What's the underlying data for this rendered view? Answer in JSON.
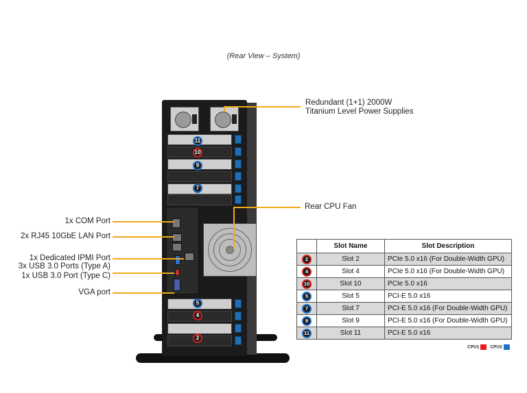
{
  "caption": "(Rear View – System)",
  "callouts": {
    "psu_line1": "Redundant (1+1) 2000W",
    "psu_line2": "Titanium Level Power Supplies",
    "rear_fan": "Rear CPU Fan",
    "com": "1x COM Port",
    "lan": "2x RJ45 10GbE LAN Port",
    "ipmi": "1x Dedicated IPMI Port",
    "usb_a": "3x USB 3.0 Ports (Type A)",
    "usb_c": "1x USB 3.0 Port (Type C)",
    "vga": "VGA port"
  },
  "chassis_badges": {
    "b11": "11",
    "b10": "10",
    "b9": "9",
    "b7": "7",
    "b5": "5",
    "b4": "4",
    "b2": "2"
  },
  "table": {
    "headers": {
      "name": "Slot Name",
      "desc": "Slot Description"
    },
    "rows": [
      {
        "num": "2",
        "name": "Slot 2",
        "desc": "PCIe 5.0 x16 (For Double-Width GPU)",
        "cpu": "cpu1"
      },
      {
        "num": "4",
        "name": "Slot 4",
        "desc": "PCIe 5.0 x16 (For Double-Width GPU)",
        "cpu": "cpu1"
      },
      {
        "num": "10",
        "name": "Slot 10",
        "desc": "PCIe 5.0 x16",
        "cpu": "cpu1"
      },
      {
        "num": "5",
        "name": "Slot 5",
        "desc": "PCI-E 5.0 x16",
        "cpu": "cpu2"
      },
      {
        "num": "7",
        "name": "Slot 7",
        "desc": "PCI-E 5.0 x16 (For Double-Width GPU)",
        "cpu": "cpu2"
      },
      {
        "num": "9",
        "name": "Slot 9",
        "desc": "PCI-E 5.0 x16 (For Double-Width GPU)",
        "cpu": "cpu2"
      },
      {
        "num": "11",
        "name": "Slot 11",
        "desc": "PCI-E 5.0 x16",
        "cpu": "cpu2"
      }
    ]
  },
  "legend": {
    "cpu1_label": "CPU1",
    "cpu1_color": "#e81c1c",
    "cpu2_label": "CPU2",
    "cpu2_color": "#1f6fc8"
  },
  "colors": {
    "leader": "#f2a91a"
  }
}
